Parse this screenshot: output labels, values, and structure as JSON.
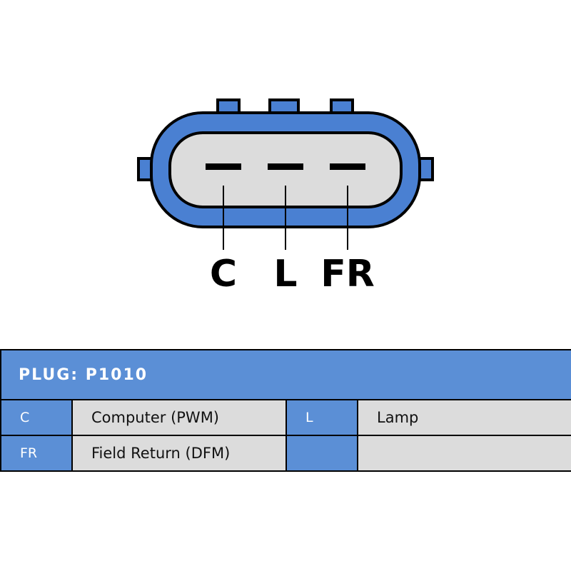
{
  "diagram": {
    "pins": [
      {
        "label": "C"
      },
      {
        "label": "L"
      },
      {
        "label": "FR"
      }
    ]
  },
  "table": {
    "title": "PLUG: P1010",
    "rows": [
      {
        "code1": "C",
        "desc1": "Computer (PWM)",
        "code2": "L",
        "desc2": "Lamp"
      },
      {
        "code1": "FR",
        "desc1": "Field Return (DFM)",
        "code2": "",
        "desc2": ""
      }
    ]
  },
  "colors": {
    "connector_blue": "#4a80d2",
    "header_blue": "#5b8fd6",
    "inner_gray": "#dcdcdc",
    "outline": "#000000"
  }
}
